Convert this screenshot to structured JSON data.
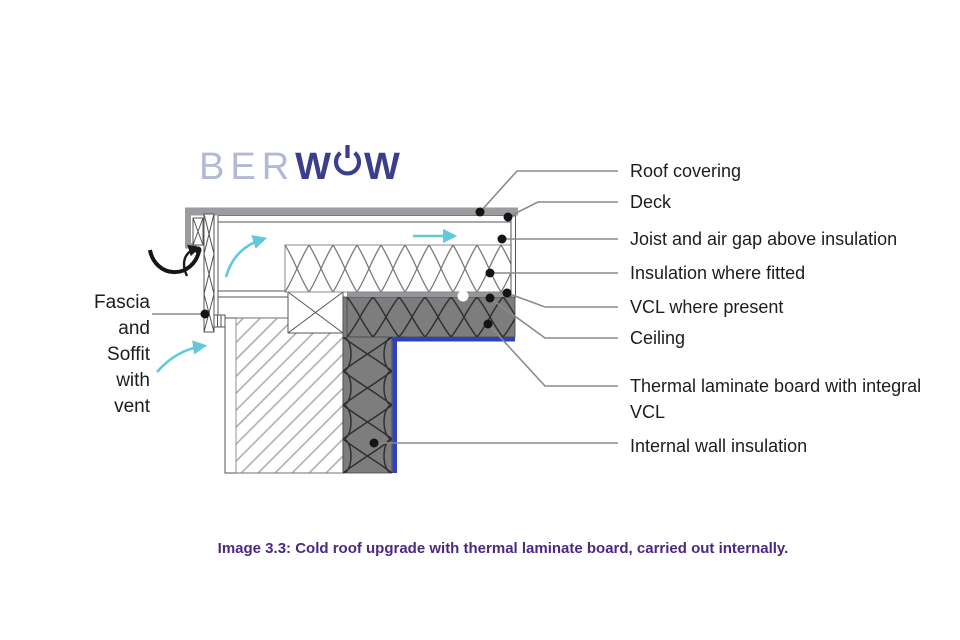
{
  "logo": {
    "light_text": "BER",
    "bold_left": "W",
    "bold_right": "W",
    "power_icon": "power-button"
  },
  "callouts": [
    {
      "id": "roof-covering",
      "text": "Roof covering"
    },
    {
      "id": "deck",
      "text": "Deck"
    },
    {
      "id": "joist-air-gap",
      "text": "Joist and air gap above insulation"
    },
    {
      "id": "insulation",
      "text": "Insulation where fitted"
    },
    {
      "id": "vcl",
      "text": "VCL where present"
    },
    {
      "id": "ceiling",
      "text": "Ceiling"
    },
    {
      "id": "thermal-laminate",
      "text": "Thermal laminate board with integral VCL"
    },
    {
      "id": "internal-wall-insulation",
      "text": "Internal wall insulation"
    }
  ],
  "left_callout": {
    "lines": [
      "Fascia",
      "and",
      "Soffit",
      "with",
      "vent"
    ]
  },
  "caption": {
    "text": "Image 3.3: Cold roof upgrade with thermal laminate board, carried out internally."
  },
  "colors": {
    "caption_purple": "#4b2981",
    "logo_light": "#b4b8d8",
    "logo_dark": "#3b3d8d",
    "airflow_cyan": "#62c9dc",
    "vcl_blue": "#2e41bd",
    "leader_gray": "#8a8a8a",
    "roof_gray": "#9b9ba0",
    "laminate_gray": "#7d7d7d"
  }
}
